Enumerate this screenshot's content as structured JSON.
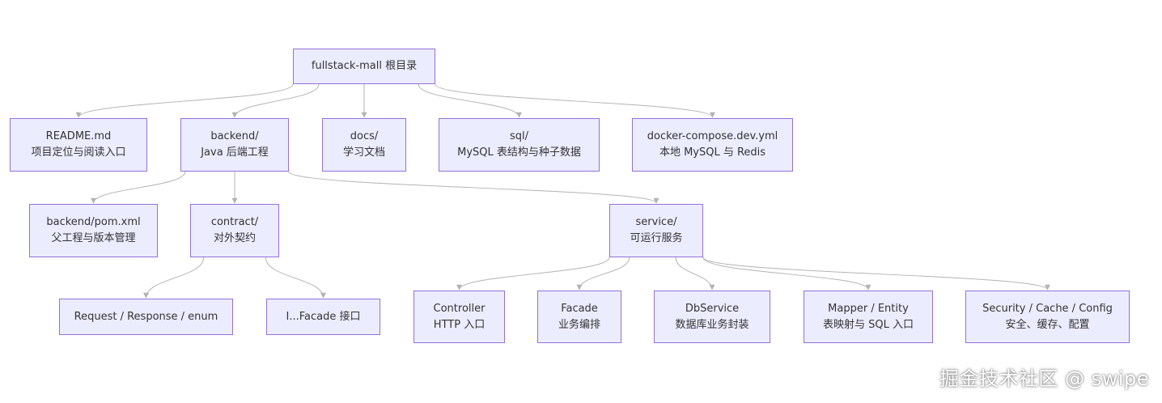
{
  "nodes": {
    "root": {
      "line1": "fullstack-mall 根目录"
    },
    "readme": {
      "line1": "README.md",
      "line2": "项目定位与阅读入口"
    },
    "backend": {
      "line1": "backend/",
      "line2": "Java 后端工程"
    },
    "docs": {
      "line1": "docs/",
      "line2": "学习文档"
    },
    "sql": {
      "line1": "sql/",
      "line2": "MySQL 表结构与种子数据"
    },
    "docker": {
      "line1": "docker-compose.dev.yml",
      "line2": "本地 MySQL 与 Redis"
    },
    "pom": {
      "line1": "backend/pom.xml",
      "line2": "父工程与版本管理"
    },
    "contract": {
      "line1": "contract/",
      "line2": "对外契约"
    },
    "service": {
      "line1": "service/",
      "line2": "可运行服务"
    },
    "request": {
      "line1": "Request / Response / enum"
    },
    "facade_iface": {
      "line1": "I...Facade 接口"
    },
    "controller": {
      "line1": "Controller",
      "line2": "HTTP 入口"
    },
    "facade": {
      "line1": "Facade",
      "line2": "业务编排"
    },
    "dbservice": {
      "line1": "DbService",
      "line2": "数据库业务封装"
    },
    "mapper": {
      "line1": "Mapper / Entity",
      "line2": "表映射与 SQL 入口"
    },
    "security": {
      "line1": "Security / Cache / Config",
      "line2": "安全、缓存、配置"
    }
  },
  "edges": [
    [
      "root",
      "readme"
    ],
    [
      "root",
      "backend"
    ],
    [
      "root",
      "docs"
    ],
    [
      "root",
      "sql"
    ],
    [
      "root",
      "docker"
    ],
    [
      "backend",
      "pom"
    ],
    [
      "backend",
      "contract"
    ],
    [
      "backend",
      "service"
    ],
    [
      "contract",
      "request"
    ],
    [
      "contract",
      "facade_iface"
    ],
    [
      "service",
      "controller"
    ],
    [
      "service",
      "facade"
    ],
    [
      "service",
      "dbservice"
    ],
    [
      "service",
      "mapper"
    ],
    [
      "service",
      "security"
    ]
  ],
  "watermark": "掘金技术社区 @ swipe",
  "colors": {
    "node_fill": "#ececff",
    "node_stroke": "#9370db",
    "edge": "#b3b3b3",
    "text": "#333333"
  }
}
